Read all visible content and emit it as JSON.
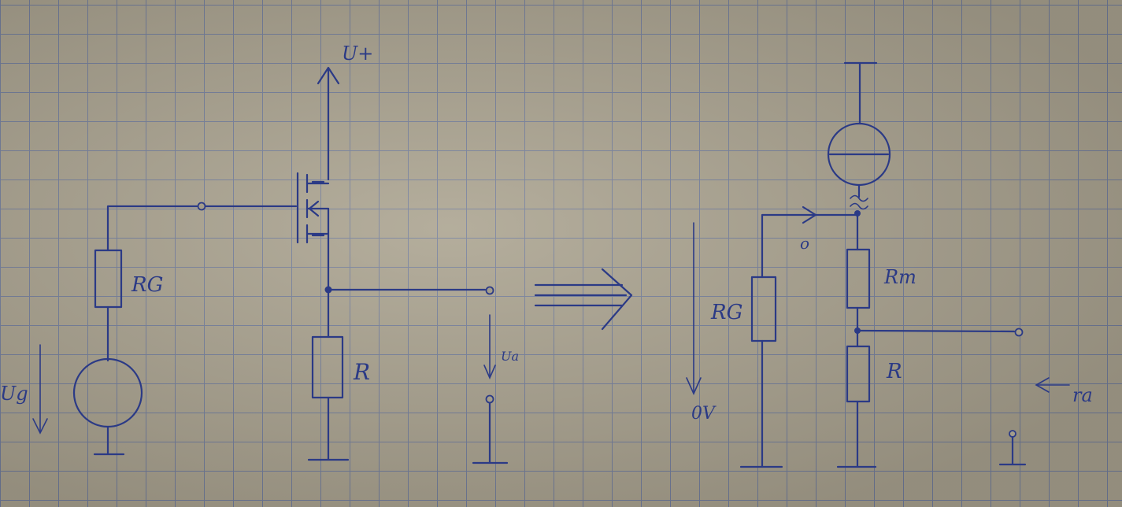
{
  "labels": {
    "supply": "U+",
    "rg_left": "RG",
    "r_left": "R",
    "ug": "Ug",
    "ua": "Ua",
    "rg_right": "RG",
    "rm": "Rm",
    "r_right": "R",
    "zero_v": "0V",
    "ra": "ra",
    "small_circle": "o"
  }
}
